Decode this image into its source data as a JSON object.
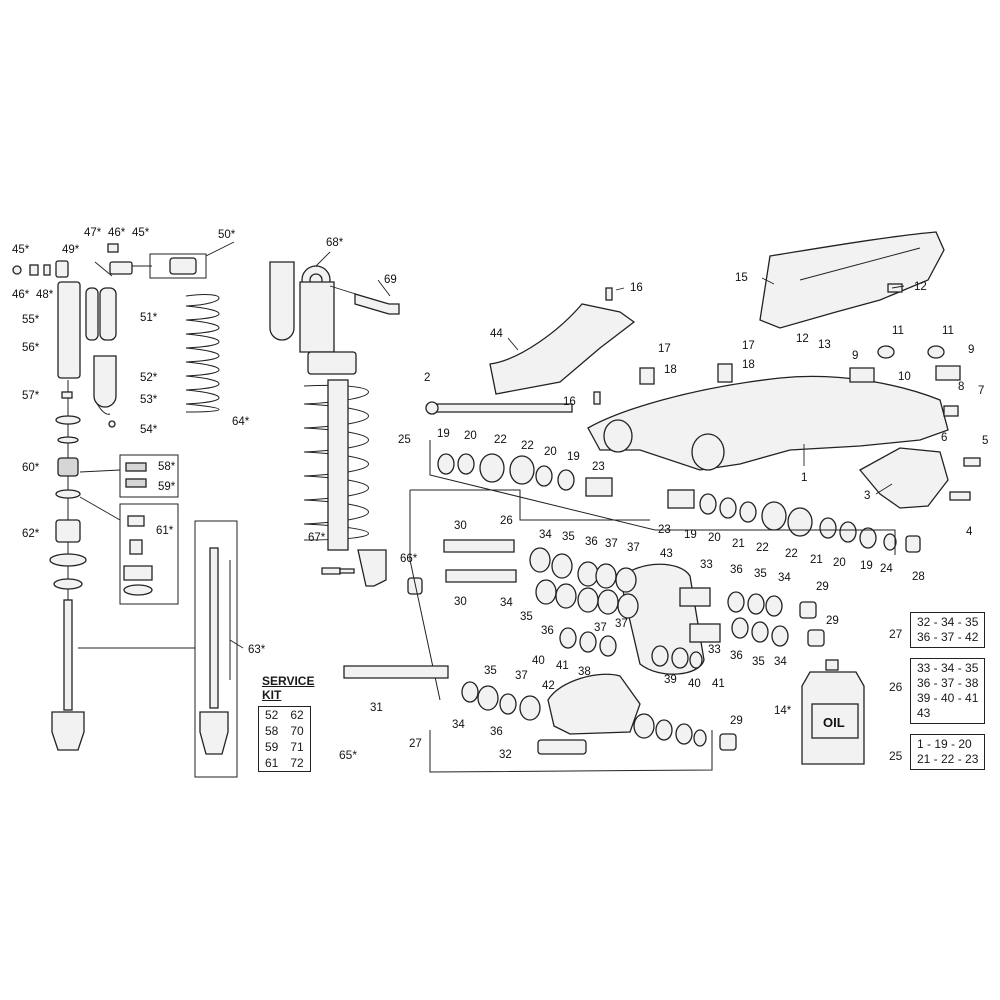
{
  "labels": {
    "p1": "1",
    "p2": "2",
    "p3": "3",
    "p4": "4",
    "p5": "5",
    "p6": "6",
    "p7": "7",
    "p8": "8",
    "p9a": "9",
    "p9b": "9",
    "p10": "10",
    "p11a": "11",
    "p11b": "11",
    "p12a": "12",
    "p12b": "12",
    "p13": "13",
    "p14": "14*",
    "p15": "15",
    "p16a": "16",
    "p16b": "16",
    "p17a": "17",
    "p17b": "17",
    "p18a": "18",
    "p18b": "18",
    "p19a": "19",
    "p19b": "19",
    "p19c": "19",
    "p19d": "19",
    "p20a": "20",
    "p20b": "20",
    "p20c": "20",
    "p20d": "20",
    "p21a": "21",
    "p21b": "21",
    "p22a": "22",
    "p22b": "22",
    "p22c": "22",
    "p22d": "22",
    "p23a": "23",
    "p23b": "23",
    "p24": "24",
    "p25": "25",
    "p26": "26",
    "p27": "27",
    "p28": "28",
    "p29a": "29",
    "p29b": "29",
    "p29c": "29",
    "p30a": "30",
    "p30b": "30",
    "p31": "31",
    "p32": "32",
    "p33a": "33",
    "p33b": "33",
    "p34a": "34",
    "p34b": "34",
    "p34c": "34",
    "p34d": "34",
    "p34e": "34",
    "p35a": "35",
    "p35b": "35",
    "p35c": "35",
    "p35d": "35",
    "p35e": "35",
    "p36a": "36",
    "p36b": "36",
    "p36c": "36",
    "p36d": "36",
    "p36e": "36",
    "p37a": "37",
    "p37b": "37",
    "p37c": "37",
    "p37d": "37",
    "p37e": "37",
    "p38": "38",
    "p39": "39",
    "p40a": "40",
    "p40b": "40",
    "p41a": "41",
    "p41b": "41",
    "p42": "42",
    "p43": "43",
    "p44": "44",
    "p45a": "45*",
    "p45b": "45*",
    "p46a": "46*",
    "p46b": "46*",
    "p47": "47*",
    "p48": "48*",
    "p49": "49*",
    "p50": "50*",
    "p51": "51*",
    "p52": "52*",
    "p53": "53*",
    "p54": "54*",
    "p55": "55*",
    "p56": "56*",
    "p57": "57*",
    "p58": "58*",
    "p59": "59*",
    "p60": "60*",
    "p61": "61*",
    "p62": "62*",
    "p63": "63*",
    "p64": "64*",
    "p66": "66*",
    "p67": "67*",
    "p68": "68*",
    "p69": "69"
  },
  "service_kit": {
    "title_line1": "SERVICE",
    "title_line2": "KIT",
    "rows": [
      [
        "52",
        "62"
      ],
      [
        "58",
        "70"
      ],
      [
        "59",
        "71"
      ],
      [
        "61",
        "72"
      ]
    ],
    "ref": "65*"
  },
  "kits": {
    "k27": {
      "num": "27",
      "lines": [
        "32 - 34 - 35",
        "36 - 37 - 42"
      ]
    },
    "k26": {
      "num": "26",
      "lines": [
        "33 - 34 - 35",
        "36 - 37 - 38",
        "39 - 40 - 41",
        "43"
      ]
    },
    "k25": {
      "num": "25",
      "lines": [
        "1 - 19 - 20",
        "21 - 22 - 23"
      ]
    }
  },
  "oil": {
    "text": "OIL"
  }
}
